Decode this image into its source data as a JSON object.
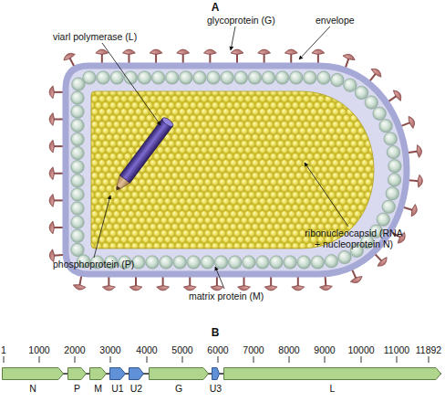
{
  "diagram": {
    "nodes": [
      {
        "text": [
          "N"
        ]
      },
      {
        "text": [
          "P"
        ]
      },
      {
        "text": [
          "M"
        ]
      },
      {
        "text": [
          "U1"
        ]
      },
      {
        "text": [
          "U2"
        ]
      },
      {
        "text": [
          "G"
        ]
      },
      {
        "text": [
          "U3"
        ]
      },
      {
        "text": [
          "L"
        ]
      }
    ],
    "labels": [
      "A",
      "glycoprotein (G)",
      "envelope",
      "viarl polymerase (L)",
      "phosphoprotein (P)",
      "matrix protein (M)",
      "ribonucleocapsid (RNA + nucleoprotein N)",
      "B",
      "1",
      "1000",
      "2000",
      "3000",
      "4000",
      "5000",
      "6000",
      "7000",
      "8000",
      "9000",
      "10000",
      "11000",
      "11892"
    ]
  }
}
